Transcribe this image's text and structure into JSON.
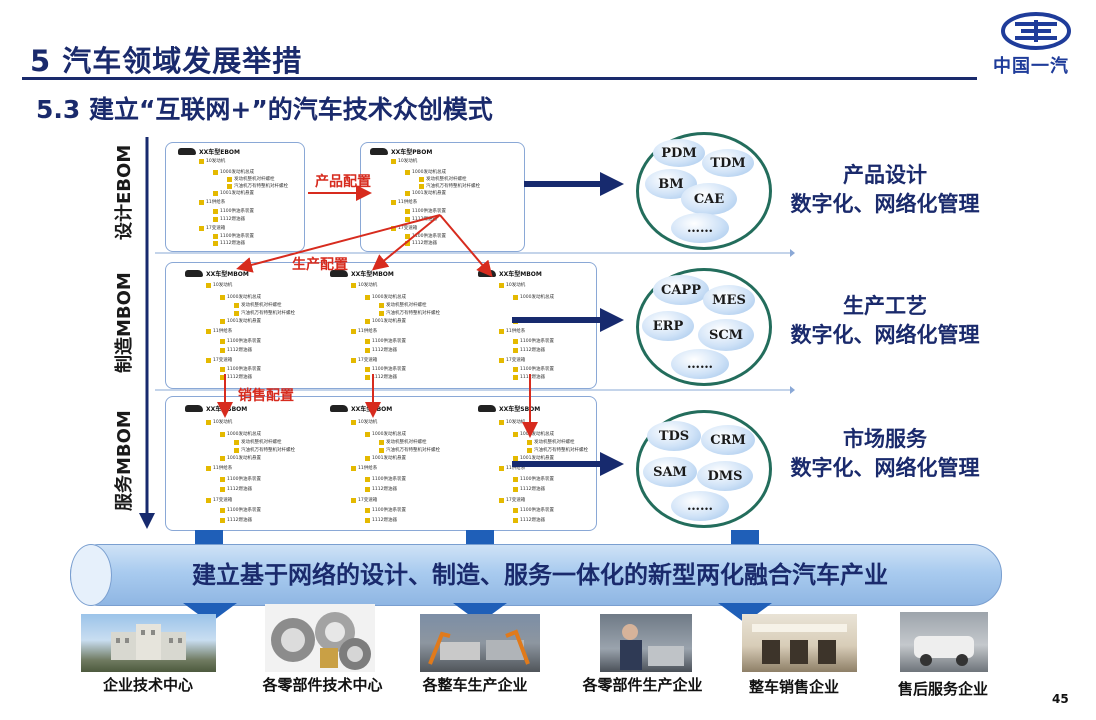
{
  "header": {
    "title": "5  汽车领域发展举措",
    "subtitle": "5.3   建立“互联网+”的汽车技术众创模式",
    "logo_text": "中国一汽"
  },
  "rows": [
    {
      "label": "设计EBOM"
    },
    {
      "label": "制造MBOM"
    },
    {
      "label": "服务MBOM"
    }
  ],
  "flow_labels": {
    "product_config": "产品配置",
    "production_config": "生产配置",
    "sales_config": "销售配置"
  },
  "bom_tree": {
    "ebom": "XX车型EBOM",
    "pbom": "XX车型PBOM",
    "mbom": "XX车型MBOM",
    "sbom": "XX车型SBOM",
    "n10": "10发动机",
    "n1000": "1000发动机总成",
    "n_a": "发动机整机对杆螺栓",
    "n_b": "汽油机万有特整机对杆螺栓",
    "n1001": "1001发动机悬置",
    "n11": "11供给系",
    "n1100": "1100供油系装置",
    "n1112": "1112燃油器",
    "n17": "17变速箱",
    "n1700": "1100供油系装置",
    "n1712": "1112燃油器"
  },
  "systems": [
    {
      "bubbles": [
        "PDM",
        "TDM",
        "BM",
        "CAE",
        "……"
      ],
      "title": "产品设计",
      "subtitle": "数字化、网络化管理"
    },
    {
      "bubbles": [
        "CAPP",
        "MES",
        "ERP",
        "SCM",
        "……"
      ],
      "title": "生产工艺",
      "subtitle": "数字化、网络化管理"
    },
    {
      "bubbles": [
        "TDS",
        "CRM",
        "SAM",
        "DMS",
        "……"
      ],
      "title": "市场服务",
      "subtitle": "数字化、网络化管理"
    }
  ],
  "pipe_text": "建立基于网络的设计、制造、服务一体化的新型两化融合汽车产业",
  "footer_items": [
    {
      "label": "企业技术中心"
    },
    {
      "label": "各零部件技术中心"
    },
    {
      "label": "各整车生产企业"
    },
    {
      "label": "各零部件生产企业"
    },
    {
      "label": "整车销售企业"
    },
    {
      "label": "售后服务企业"
    }
  ],
  "page_number": "45",
  "colors": {
    "title_blue": "#1a2a6c",
    "red_arrow": "#d72b1e",
    "navy_arrow": "#172a6e",
    "circle_green": "#236d5c",
    "pipe_blue": "#a9cbef"
  }
}
